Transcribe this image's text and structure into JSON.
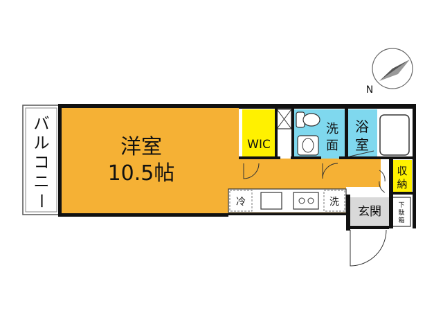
{
  "rooms": {
    "western_room": {
      "name": "洋室",
      "size": "10.5帖"
    },
    "balcony": {
      "chars": [
        "バ",
        "ル",
        "コ",
        "ニ",
        "ー"
      ]
    },
    "wic": "WIC",
    "washroom": [
      "洗",
      "面"
    ],
    "bath": [
      "浴",
      "室"
    ],
    "storage": [
      "収",
      "納"
    ],
    "entrance": "玄関",
    "shoe_box": [
      "下",
      "駄",
      "箱"
    ]
  },
  "fixtures": {
    "fridge": "冷",
    "washer": "洗"
  },
  "compass": {
    "label": "N"
  },
  "colors": {
    "room_orange": "#F5B135",
    "wic_yellow": "#FFF100",
    "cyan": "#7FD8EE",
    "storage_yellow": "#FFF100",
    "entrance_gray": "#D9D9D9",
    "wall": "#111111"
  }
}
